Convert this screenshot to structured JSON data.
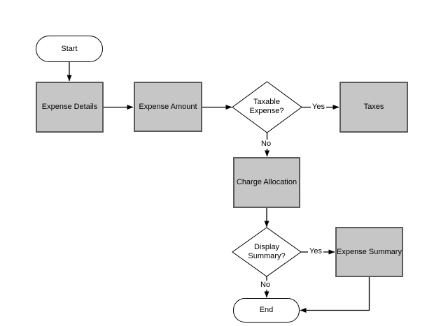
{
  "diagram": {
    "type": "flowchart",
    "nodes": {
      "start": {
        "label": "Start",
        "shape": "terminator"
      },
      "expense_details": {
        "label": "Expense Details",
        "shape": "process"
      },
      "expense_amount": {
        "label": "Expense Amount",
        "shape": "process"
      },
      "taxable_expense": {
        "label_line1": "Taxable",
        "label_line2": "Expense?",
        "shape": "decision"
      },
      "taxes": {
        "label": "Taxes",
        "shape": "process"
      },
      "charge_allocation": {
        "label": "Charge Allocation",
        "shape": "process"
      },
      "display_summary": {
        "label_line1": "Display",
        "label_line2": "Summary?",
        "shape": "decision"
      },
      "expense_summary": {
        "label": "Expense Summary",
        "shape": "process"
      },
      "end": {
        "label": "End",
        "shape": "terminator"
      }
    },
    "edge_labels": {
      "taxable_yes": "Yes",
      "taxable_no": "No",
      "display_yes": "Yes",
      "display_no": "No"
    },
    "colors": {
      "process_fill": "#c6c6c6",
      "process_border": "#5b5b5b",
      "shape_border": "#000000",
      "line": "#000000",
      "background": "#ffffff",
      "text": "#000000"
    }
  }
}
